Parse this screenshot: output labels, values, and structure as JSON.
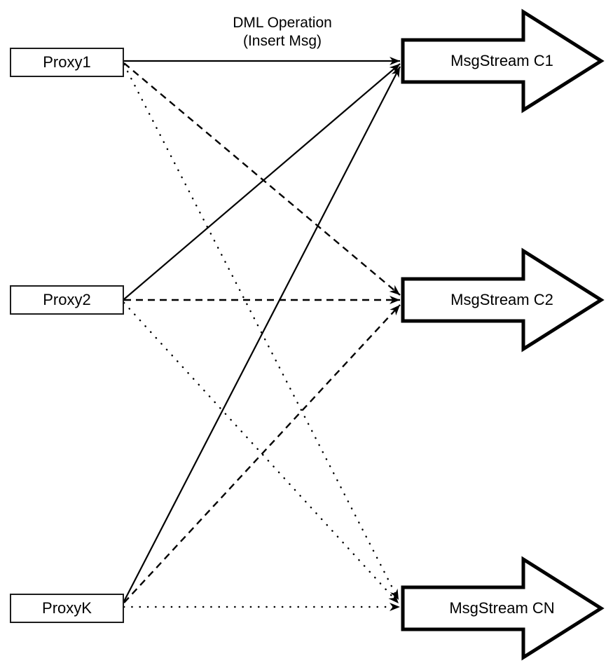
{
  "diagram": {
    "title": {
      "line1": "DML Operation",
      "line2": "(Insert Msg)"
    },
    "proxies": [
      {
        "label": "Proxy1"
      },
      {
        "label": "Proxy2"
      },
      {
        "label": "ProxyK"
      }
    ],
    "streams": [
      {
        "label": "MsgStream C1"
      },
      {
        "label": "MsgStream C2"
      },
      {
        "label": "MsgStream CN"
      }
    ],
    "edges": [
      {
        "from": "Proxy1",
        "to": "MsgStream C1",
        "style": "solid"
      },
      {
        "from": "Proxy1",
        "to": "MsgStream C2",
        "style": "dashed"
      },
      {
        "from": "Proxy1",
        "to": "MsgStream CN",
        "style": "dotted"
      },
      {
        "from": "Proxy2",
        "to": "MsgStream C1",
        "style": "solid"
      },
      {
        "from": "Proxy2",
        "to": "MsgStream C2",
        "style": "dashed"
      },
      {
        "from": "Proxy2",
        "to": "MsgStream CN",
        "style": "dotted"
      },
      {
        "from": "ProxyK",
        "to": "MsgStream C1",
        "style": "solid"
      },
      {
        "from": "ProxyK",
        "to": "MsgStream C2",
        "style": "dashed"
      },
      {
        "from": "ProxyK",
        "to": "MsgStream CN",
        "style": "dotted"
      }
    ],
    "colors": {
      "line": "#000000",
      "box_border": "#1c1c1c",
      "background": "#ffffff",
      "text": "#000000"
    }
  }
}
